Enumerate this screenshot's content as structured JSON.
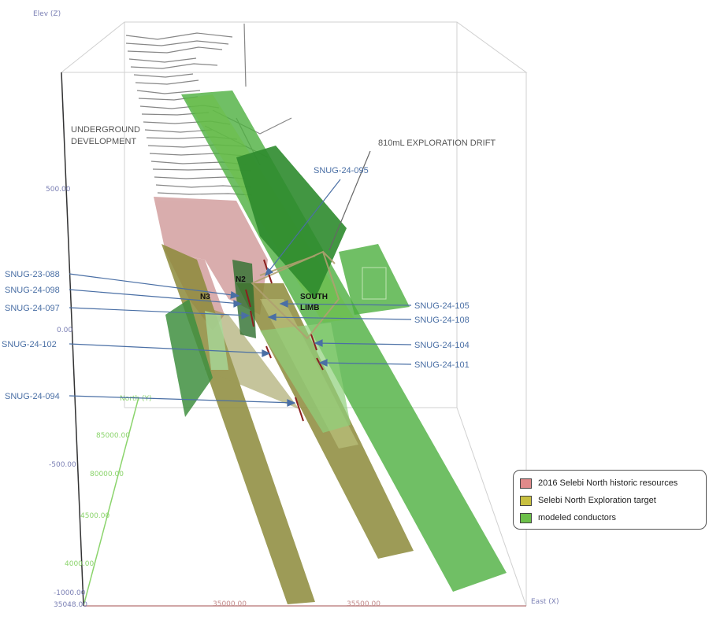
{
  "axes": {
    "z_title": "Elev (Z)",
    "east_title": "East (X)",
    "north_title": "North (Y)",
    "elev_ticks": [
      "500.00",
      "0.00",
      "-500.00",
      "-1000.00"
    ],
    "north_ticks": [
      "85000.00",
      "80000.00",
      "4500.00",
      "4000.00"
    ],
    "east_ticks": [
      "35000.00",
      "35500.00"
    ],
    "origin_label": "35048.00"
  },
  "annotations": {
    "underground_line1": "UNDERGROUND",
    "underground_line2": "DEVELOPMENT",
    "drift": "810mL EXPLORATION DRIFT",
    "n2": "N2",
    "n3": "N3",
    "south1": "SOUTH",
    "south2": "LIMB"
  },
  "drillholes": {
    "left": [
      "SNUG-23-088",
      "SNUG-24-098",
      "SNUG-24-097",
      "SNUG-24-102",
      "SNUG-24-094"
    ],
    "right": [
      "SNUG-24-105",
      "SNUG-24-108",
      "SNUG-24-104",
      "SNUG-24-101"
    ],
    "top": "SNUG-24-095"
  },
  "legend": [
    {
      "label": "2016 Selebi North historic resources",
      "color": "#e08a8a"
    },
    {
      "label": "Selebi North Exploration target",
      "color": "#c8c040"
    },
    {
      "label": "modeled conductors",
      "color": "#6cc04a"
    }
  ],
  "colors": {
    "resources": "#c98b8b",
    "target": "#9a9a50",
    "conductor": "#4caf3f",
    "conductor_dark": "#2e8b2e",
    "leader": "#4a6fa5",
    "box": "#cccccc"
  }
}
